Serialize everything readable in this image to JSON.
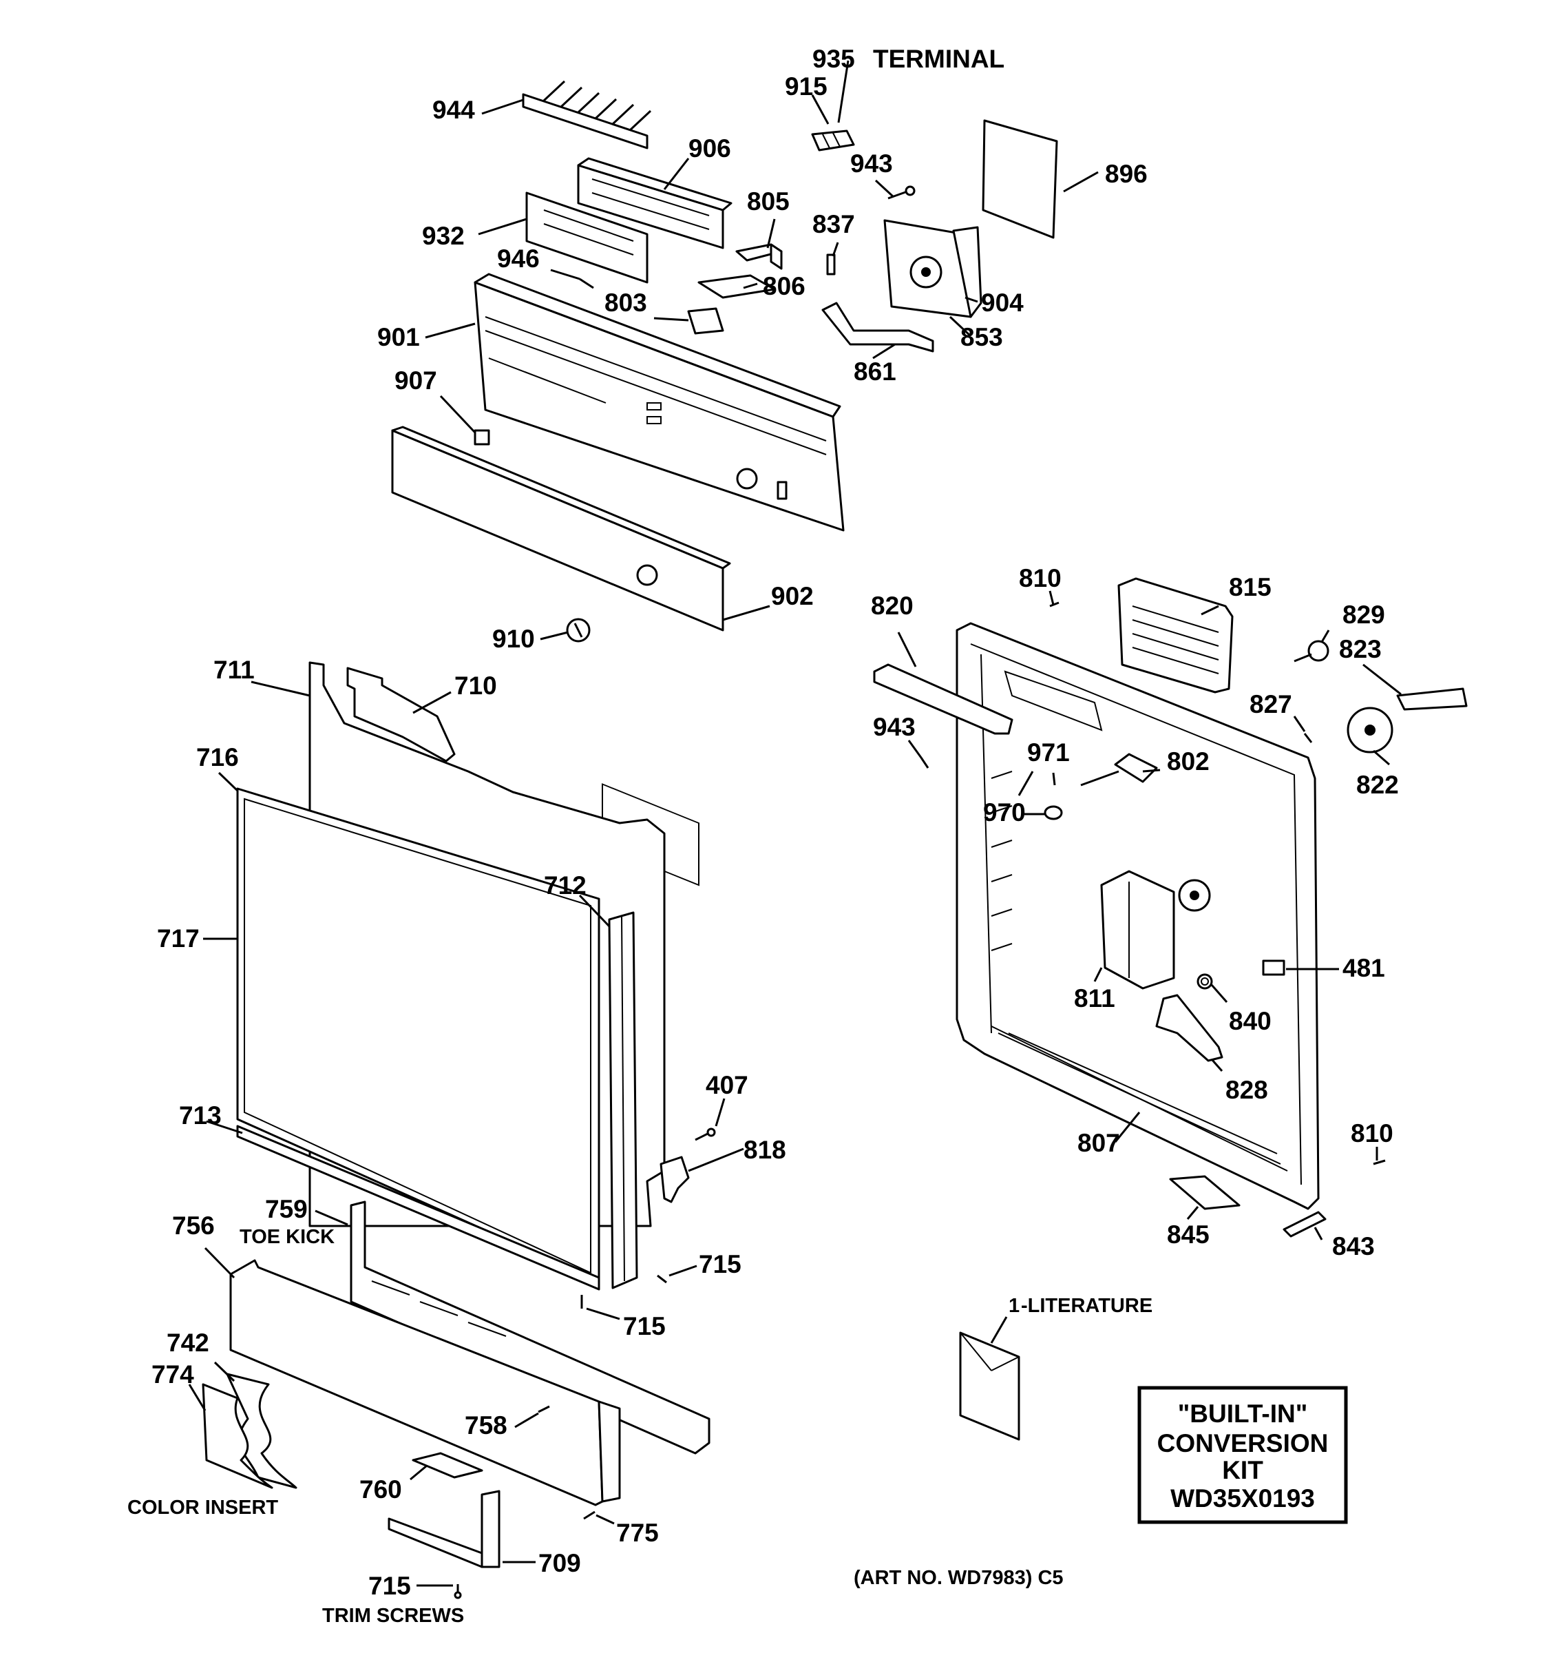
{
  "parts": [
    {
      "num": "935"
    },
    {
      "num": "915"
    },
    {
      "num": "944"
    },
    {
      "num": "906"
    },
    {
      "num": "943"
    },
    {
      "num": "896"
    },
    {
      "num": "805"
    },
    {
      "num": "837"
    },
    {
      "num": "932"
    },
    {
      "num": "946"
    },
    {
      "num": "806"
    },
    {
      "num": "803"
    },
    {
      "num": "904"
    },
    {
      "num": "853"
    },
    {
      "num": "901"
    },
    {
      "num": "861"
    },
    {
      "num": "907"
    },
    {
      "num": "902"
    },
    {
      "num": "910"
    },
    {
      "num": "711"
    },
    {
      "num": "710"
    },
    {
      "num": "716"
    },
    {
      "num": "712"
    },
    {
      "num": "717"
    },
    {
      "num": "407"
    },
    {
      "num": "713"
    },
    {
      "num": "818"
    },
    {
      "num": "759"
    },
    {
      "num": "756"
    },
    {
      "num": "715"
    },
    {
      "num": "715"
    },
    {
      "num": "742"
    },
    {
      "num": "774"
    },
    {
      "num": "758"
    },
    {
      "num": "760"
    },
    {
      "num": "775"
    },
    {
      "num": "709"
    },
    {
      "num": "715"
    },
    {
      "num": "810"
    },
    {
      "num": "815"
    },
    {
      "num": "820"
    },
    {
      "num": "829"
    },
    {
      "num": "823"
    },
    {
      "num": "827"
    },
    {
      "num": "943"
    },
    {
      "num": "971"
    },
    {
      "num": "802"
    },
    {
      "num": "822"
    },
    {
      "num": "970"
    },
    {
      "num": "481"
    },
    {
      "num": "811"
    },
    {
      "num": "840"
    },
    {
      "num": "828"
    },
    {
      "num": "810"
    },
    {
      "num": "807"
    },
    {
      "num": "845"
    },
    {
      "num": "843"
    },
    {
      "num": "1"
    }
  ],
  "captions": {
    "terminal": "TERMINAL",
    "toe_kick": "TOE KICK",
    "color_insert": "COLOR INSERT",
    "trim_screws": "TRIM SCREWS",
    "literature": "-LITERATURE"
  },
  "kit_box": {
    "line1": "\"BUILT-IN\"",
    "line2": "CONVERSION",
    "line3": "KIT",
    "line4": "WD35X0193"
  },
  "art_number": "(ART NO. WD7983) C5"
}
